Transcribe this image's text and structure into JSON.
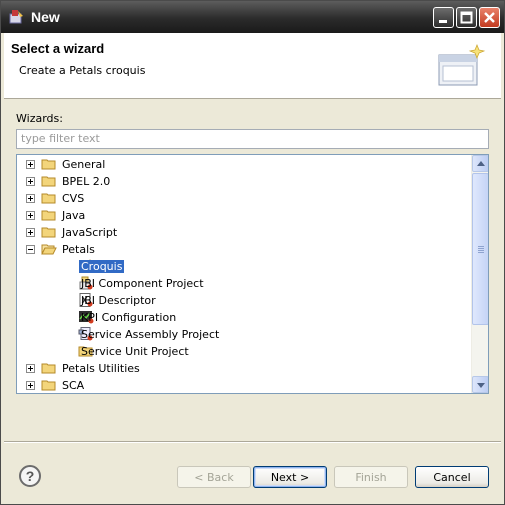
{
  "window": {
    "title": "New"
  },
  "header": {
    "title": "Select a wizard",
    "description": "Create a Petals croquis"
  },
  "wizards_label": "Wizards:",
  "filter": {
    "placeholder": "type filter text",
    "value": ""
  },
  "tree": [
    {
      "label": "General",
      "level": 0,
      "expanded": false,
      "icon": "folder-icon"
    },
    {
      "label": "BPEL 2.0",
      "level": 0,
      "expanded": false,
      "icon": "folder-icon"
    },
    {
      "label": "CVS",
      "level": 0,
      "expanded": false,
      "icon": "folder-icon"
    },
    {
      "label": "Java",
      "level": 0,
      "expanded": false,
      "icon": "folder-icon"
    },
    {
      "label": "JavaScript",
      "level": 0,
      "expanded": false,
      "icon": "folder-icon"
    },
    {
      "label": "Petals",
      "level": 0,
      "expanded": true,
      "icon": "folder-open-icon"
    },
    {
      "label": "Croquis",
      "level": 1,
      "selected": true,
      "icon": "pencil-icon"
    },
    {
      "label": "JBI Component Project",
      "level": 1,
      "icon": "jbi-component-icon"
    },
    {
      "label": "JBI Descriptor",
      "level": 1,
      "icon": "xml-file-icon"
    },
    {
      "label": "KPI Configuration",
      "level": 1,
      "icon": "kpi-chart-icon"
    },
    {
      "label": "Service Assembly Project",
      "level": 1,
      "icon": "service-assembly-icon"
    },
    {
      "label": "Service Unit Project",
      "level": 1,
      "icon": "folder-icon"
    },
    {
      "label": "Petals Utilities",
      "level": 0,
      "expanded": false,
      "icon": "folder-icon"
    },
    {
      "label": "SCA",
      "level": 0,
      "expanded": false,
      "icon": "folder-icon"
    }
  ],
  "buttons": {
    "help": "?",
    "back": "< Back",
    "next": "Next >",
    "finish": "Finish",
    "cancel": "Cancel"
  },
  "scrollbar": {
    "visible_fraction": 0.65,
    "position": 0.0
  }
}
